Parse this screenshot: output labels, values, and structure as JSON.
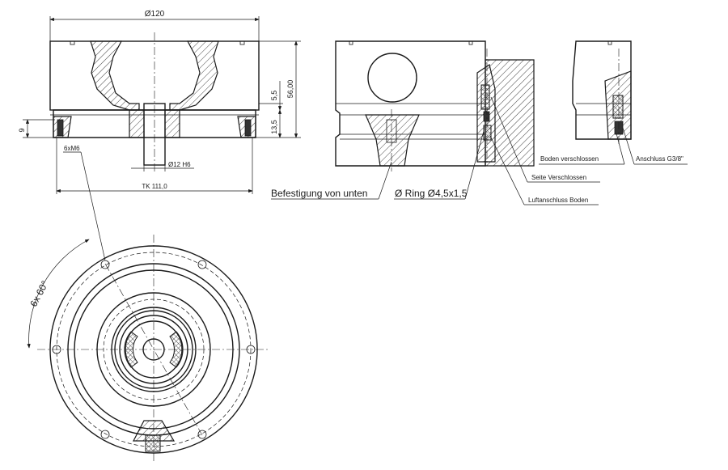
{
  "dimensions": {
    "diameter_120": "Ø120",
    "height_56": "56,00",
    "dim_5_5": "5,5",
    "dim_13_5": "13,5",
    "dim_9": "9",
    "thread": "6xM6",
    "bore": "Ø12 H6",
    "bolt_circle": "TK 111,0",
    "angle": "6x 60°"
  },
  "labels": {
    "befestigung": "Befestigung von unten",
    "ring": "Ø Ring  Ø4,5x1,5",
    "seite": "Seite  Verschlossen",
    "luftanschluss": "Luftanschluss Boden",
    "boden": "Boden verschlossen",
    "anschluss": "Anschluss G3/8\""
  }
}
